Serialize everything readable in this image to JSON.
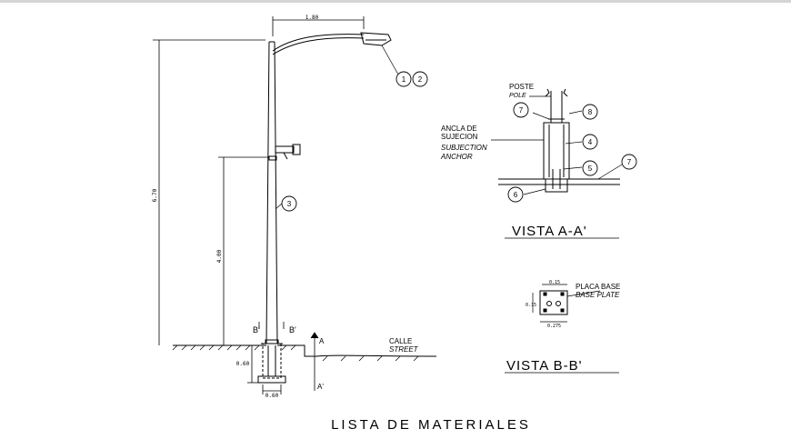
{
  "labels": {
    "top_dim": "1.80",
    "total_height": "6.70",
    "mid_height": "4.00",
    "foundation_depth": "0.60",
    "foundation_width": "0.60",
    "section_b_left": "B'",
    "section_b_right": "B'",
    "section_a_top": "A",
    "section_a_bottom": "A'",
    "street_es": "CALLE",
    "street_en": "STREET",
    "poste": "POSTE",
    "pole": "POLE",
    "ancla_1": "ANCLA DE",
    "ancla_2": "SUJECION",
    "anchor_1": "SUBJECTION",
    "anchor_2": "ANCHOR",
    "vista_a": "VISTA A-A'",
    "placa_base": "PLACA BASE",
    "base_plate": "BASE PLATE",
    "dim_plate_top": "0.15",
    "dim_plate_side": "0.15",
    "dim_plate_bottom": "0.275",
    "vista_b": "VISTA B-B'",
    "lista": "LISTA DE MATERIALES"
  },
  "callouts": {
    "c1": "1",
    "c2": "2",
    "c3": "3",
    "c4": "4",
    "c5": "5",
    "c6": "6",
    "c7a": "7",
    "c7b": "7",
    "c8": "8"
  }
}
